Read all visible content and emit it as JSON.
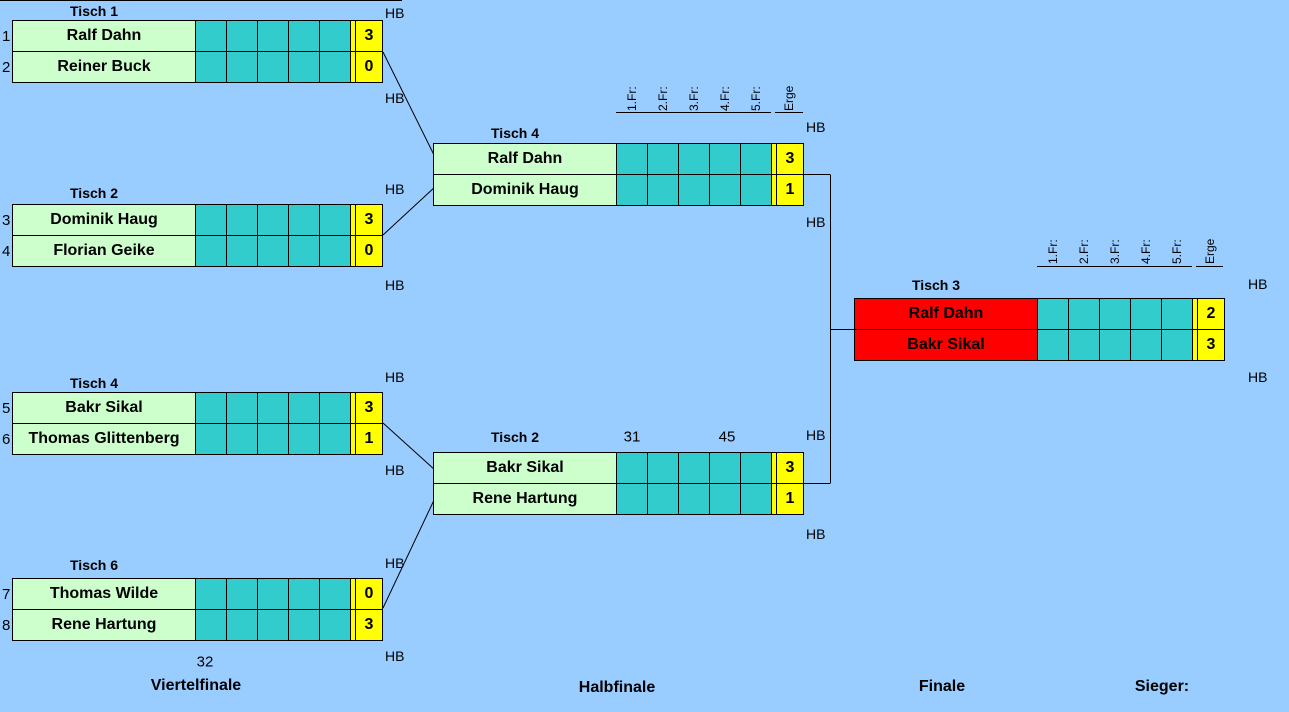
{
  "colors": {
    "background": "#99CCFF",
    "grid": "#000000",
    "player_cell": "#CCFFCC",
    "frame_cell": "#33CCCC",
    "score_cell": "#FFFF00",
    "final_player_cell": "#FF0000"
  },
  "sheet": {
    "hb": "HB",
    "frame_headers": [
      "1.Fr:",
      "2.Fr:",
      "3.Fr:",
      "4.Fr:",
      "5.Fr:",
      "Erge"
    ],
    "round_labels": {
      "quarterfinal": "Viertelfinale",
      "semifinal": "Halbfinale",
      "final": "Finale",
      "winner": "Sieger:"
    },
    "notes": {
      "bottom_left": "32"
    }
  },
  "matches": {
    "quarterfinals": [
      {
        "table": "Tisch 1",
        "rows": [
          {
            "seed": "1",
            "player": "Ralf Dahn",
            "score": "3"
          },
          {
            "seed": "2",
            "player": "Reiner Buck",
            "score": "0"
          }
        ]
      },
      {
        "table": "Tisch 2",
        "rows": [
          {
            "seed": "3",
            "player": "Dominik Haug",
            "score": "3"
          },
          {
            "seed": "4",
            "player": "Florian Geike",
            "score": "0"
          }
        ]
      },
      {
        "table": "Tisch 4",
        "rows": [
          {
            "seed": "5",
            "player": "Bakr Sikal",
            "score": "3"
          },
          {
            "seed": "6",
            "player": "Thomas Glittenberg",
            "score": "1"
          }
        ]
      },
      {
        "table": "Tisch 6",
        "rows": [
          {
            "seed": "7",
            "player": "Thomas Wilde",
            "score": "0"
          },
          {
            "seed": "8",
            "player": "Rene Hartung",
            "score": "3"
          }
        ]
      }
    ],
    "semifinals": [
      {
        "table": "Tisch 4",
        "numbers": [],
        "rows": [
          {
            "player": "Ralf Dahn",
            "score": "3"
          },
          {
            "player": "Dominik Haug",
            "score": "1"
          }
        ]
      },
      {
        "table": "Tisch 2",
        "numbers": [
          "31",
          "45"
        ],
        "rows": [
          {
            "player": "Bakr Sikal",
            "score": "3"
          },
          {
            "player": "Rene Hartung",
            "score": "1"
          }
        ]
      }
    ],
    "final": {
      "table": "Tisch 3",
      "rows": [
        {
          "player": "Ralf Dahn",
          "score": "2"
        },
        {
          "player": "Bakr Sikal",
          "score": "3"
        }
      ]
    }
  }
}
